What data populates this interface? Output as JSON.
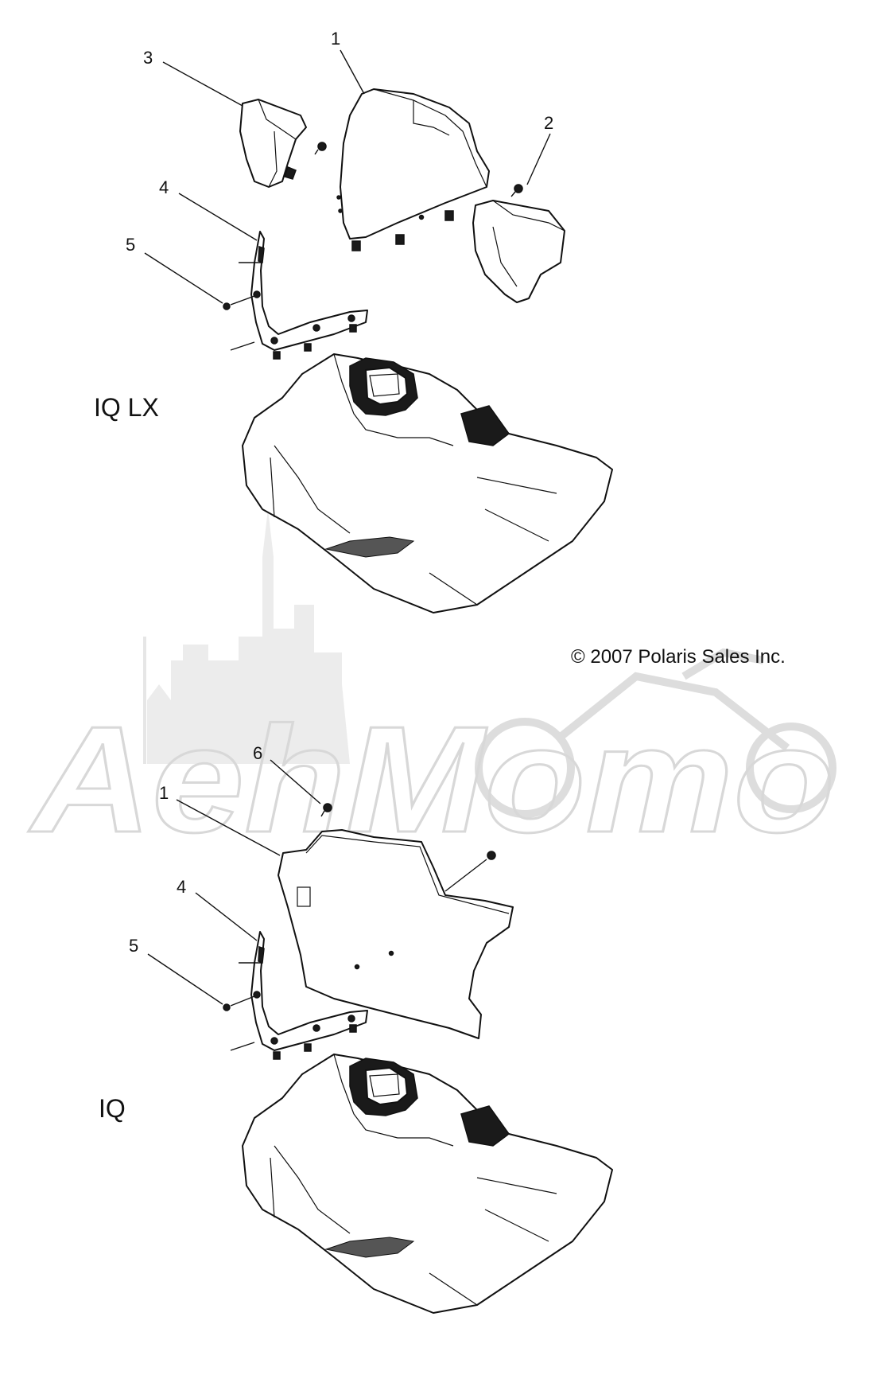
{
  "watermark": {
    "brand_text": "AehMomo"
  },
  "copyright": "© 2007 Polaris Sales Inc.",
  "sections": [
    {
      "model_label": "IQ LX",
      "callouts": [
        "1",
        "2",
        "3",
        "4",
        "5"
      ]
    },
    {
      "model_label": "IQ",
      "callouts": [
        "6",
        "1",
        "4",
        "5"
      ]
    }
  ],
  "colors": {
    "line": "#111111",
    "watermark": "#d8d8d8",
    "background": "#ffffff"
  }
}
